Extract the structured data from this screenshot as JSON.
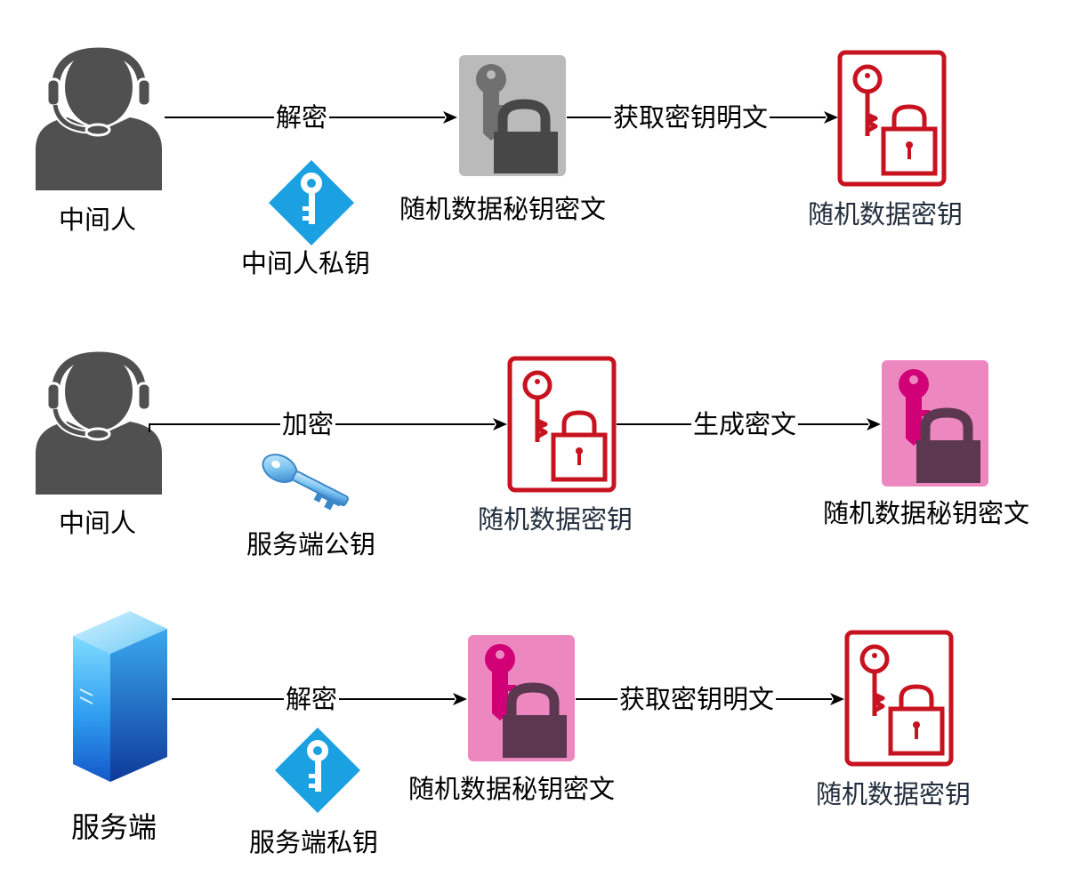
{
  "colors": {
    "person": "#505050",
    "arrow": "#000000",
    "blue_key": "#1ba1e2",
    "gray_tile": "#bababa",
    "gray_key": "#707070",
    "dark_lock": "#474747",
    "red_outline": "#c7131f",
    "pink_tile": "#ec87c0",
    "pink_key": "#d10076",
    "plum_lock": "#5b3750",
    "server_light": "#76d5ff",
    "server_dark": "#1a5fd0"
  },
  "rows": [
    {
      "actor": {
        "icon": "headset-person-icon",
        "label": "中间人"
      },
      "key": {
        "icon": "blue-diamond-key-icon",
        "label": "中间人私钥"
      },
      "edge1_label": "解密",
      "middle": {
        "icon": "gray-key-lock-icon",
        "label": "随机数据秘钥密文"
      },
      "edge2_label": "获取密钥明文",
      "result": {
        "icon": "red-key-lock-document-icon",
        "label": "随机数据密钥"
      }
    },
    {
      "actor": {
        "icon": "headset-person-icon",
        "label": "中间人"
      },
      "key": {
        "icon": "blue-glossy-key-icon",
        "label": "服务端公钥"
      },
      "edge1_label": "加密",
      "middle": {
        "icon": "red-key-lock-document-icon",
        "label": "随机数据密钥"
      },
      "edge2_label": "生成密文",
      "result": {
        "icon": "pink-key-lock-icon",
        "label": "随机数据秘钥密文"
      }
    },
    {
      "actor": {
        "icon": "server-icon",
        "label": "服务端"
      },
      "key": {
        "icon": "blue-diamond-key-icon",
        "label": "服务端私钥"
      },
      "edge1_label": "解密",
      "middle": {
        "icon": "pink-key-lock-icon",
        "label": "随机数据秘钥密文"
      },
      "edge2_label": "获取密钥明文",
      "result": {
        "icon": "red-key-lock-document-icon",
        "label": "随机数据密钥"
      }
    }
  ]
}
